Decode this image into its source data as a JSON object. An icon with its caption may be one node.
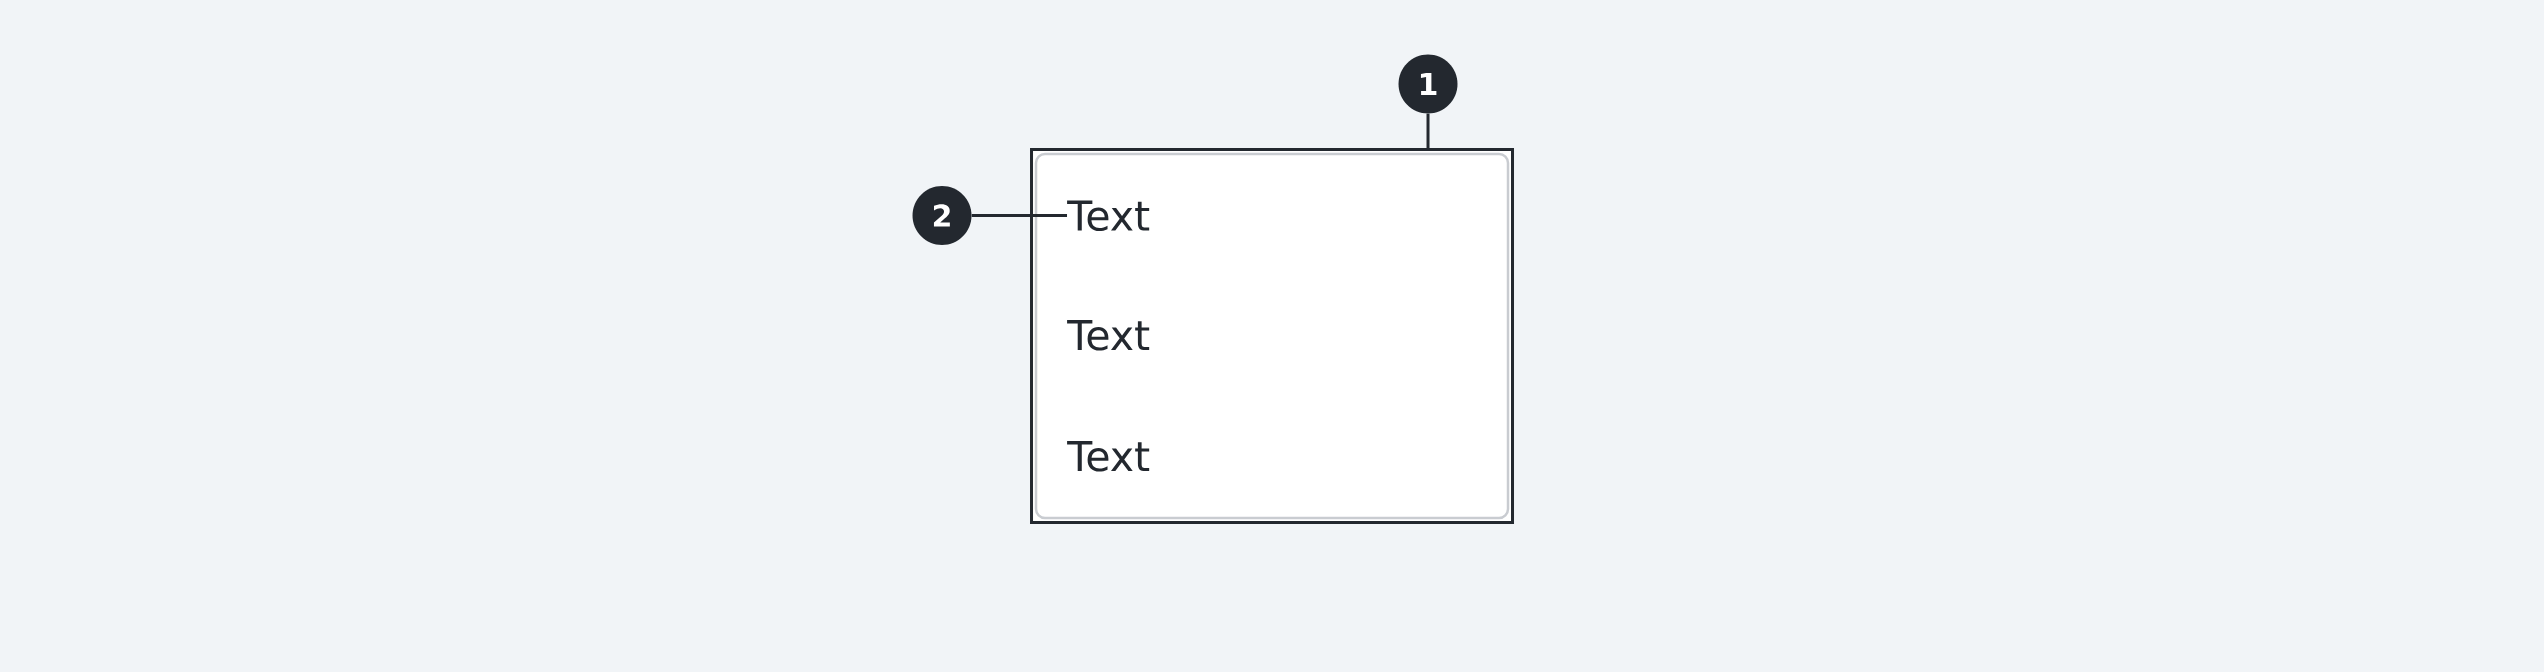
{
  "diagram": {
    "nodes": [
      {
        "text": [],
        "shape": "box"
      },
      {
        "text": [
          "Text"
        ],
        "in": 0
      },
      {
        "text": [
          "Text"
        ],
        "in": 0
      },
      {
        "text": [
          "Text"
        ],
        "in": 0
      },
      {
        "text": [
          "1"
        ]
      },
      {
        "text": [
          "2"
        ]
      }
    ],
    "edges": [
      {
        "from": 4,
        "to": 0,
        "arrow": "none"
      },
      {
        "from": 5,
        "to": 1,
        "arrow": "none"
      }
    ]
  }
}
